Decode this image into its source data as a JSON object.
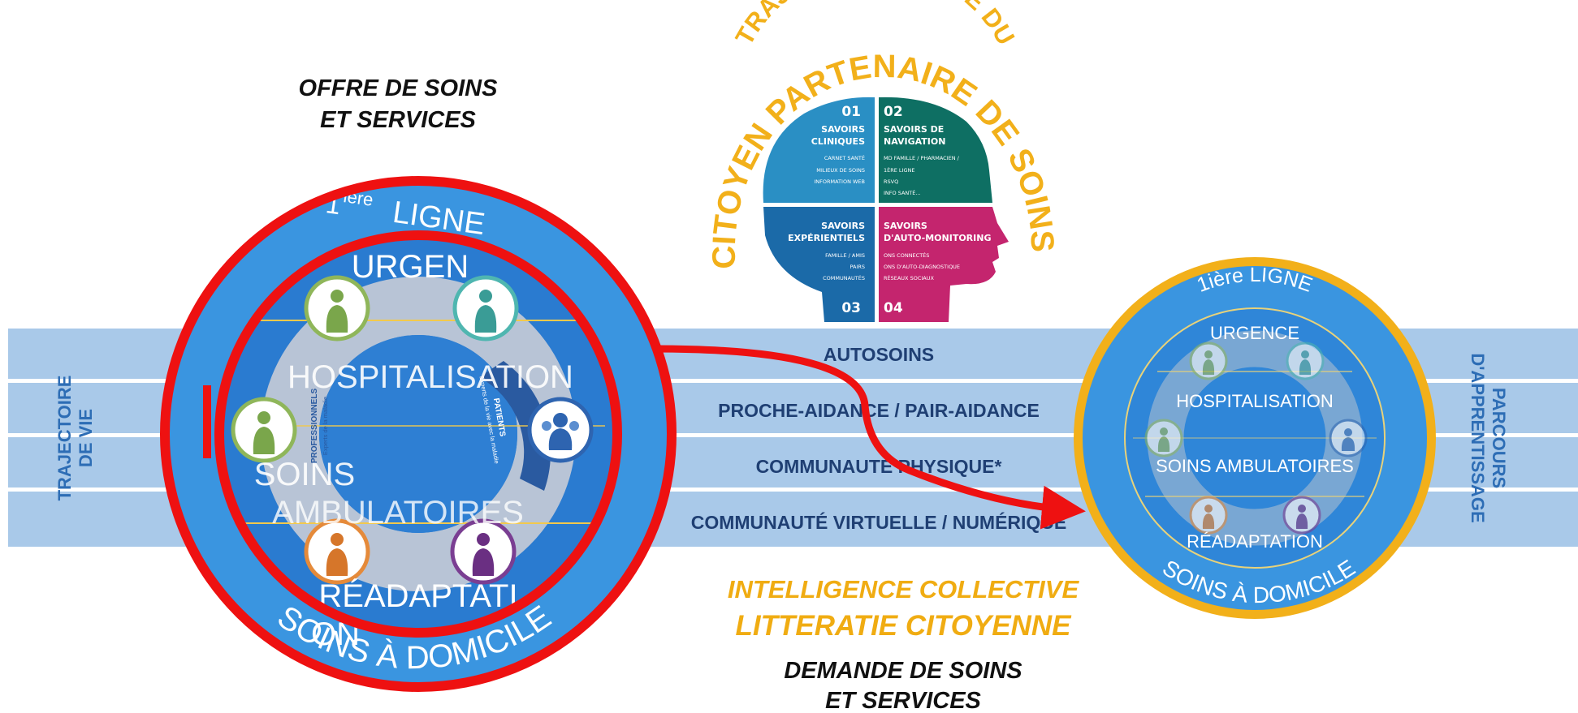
{
  "top_left_caption": [
    "OFFRE DE SOINS",
    "ET SERVICES"
  ],
  "bottom_caption": [
    "DEMANDE DE SOINS",
    "ET SERVICES"
  ],
  "gold_caption": [
    "INTELLIGENCE COLLECTIVE",
    "LITTERATIE CITOYENNE"
  ],
  "left_vertical_label": [
    "TRAJECTOIRE",
    "DE VIE"
  ],
  "right_vertical_label": [
    "PARCOURS",
    "D'APPRENTISSAGE"
  ],
  "bands": [
    "AUTOSOINS",
    "PROCHE-AIDANCE / PAIR-AIDANCE",
    "COMMUNAUTÉ PHYSIQUE*",
    "COMMUNAUTÉ VIRTUELLE / NUMÉRIQUE"
  ],
  "head_arc": {
    "outer": "TRAJECTOIRE DE VIE DU",
    "inner": "CITOYEN PARTENAIRE DE SOINS"
  },
  "head_quadrants": [
    {
      "number": "01",
      "title": [
        "SAVOIRS",
        "CLINIQUES"
      ],
      "items": [
        "CARNET SANTÉ",
        "MILIEUX DE SOINS",
        "INFORMATION WEB"
      ],
      "color": "#2a8fc4"
    },
    {
      "number": "02",
      "title": [
        "SAVOIRS DE",
        "NAVIGATION"
      ],
      "items": [
        "MD FAMILLE / PHARMACIEN /",
        "1ÈRE LIGNE",
        "RSVQ",
        "INFO SANTÉ..."
      ],
      "color": "#0e6f63"
    },
    {
      "number": "03",
      "title": [
        "SAVOIRS",
        "EXPÉRIENTIELS"
      ],
      "items": [
        "FAMILLE / AMIS",
        "PAIRS",
        "COMMUNAUTÉS"
      ],
      "color": "#1b6aa8"
    },
    {
      "number": "04",
      "title": [
        "SAVOIRS",
        "D'AUTO-MONITORING"
      ],
      "items": [
        "ONS CONNECTÉS",
        "ONS D'AUTO-DIAGNOSTIQUE",
        "RÉSEAUX SOCIAUX"
      ],
      "color": "#c4256e"
    }
  ],
  "left_circle": {
    "top_base": "1",
    "top_sup": "ière",
    "top_rest": "LIGNE",
    "bottom": "SOINS À DOMICILE",
    "levels": [
      "URGEN",
      "HOSPITALISATION",
      "SOINS",
      "AMBULATOIRES",
      "RÉADAPTATI",
      "ON"
    ],
    "ring_left": [
      "PROFESSIONNELS",
      "Experts de la maladie"
    ],
    "ring_right": [
      "PATIENTS",
      "Experts de la vie avec la maladie"
    ]
  },
  "right_circle": {
    "top": "1ière LIGNE",
    "bottom": "SOINS À DOMICILE",
    "levels": [
      "URGENCE",
      "HOSPITALISATION",
      "SOINS AMBULATOIRES",
      "RÉADAPTATION"
    ]
  },
  "colors": {
    "band": "#a9c9e9",
    "circle_blue": "#3a95e0",
    "red": "#ee1111",
    "gold": "#f2b01a",
    "text_navy": "#1f3f73"
  }
}
